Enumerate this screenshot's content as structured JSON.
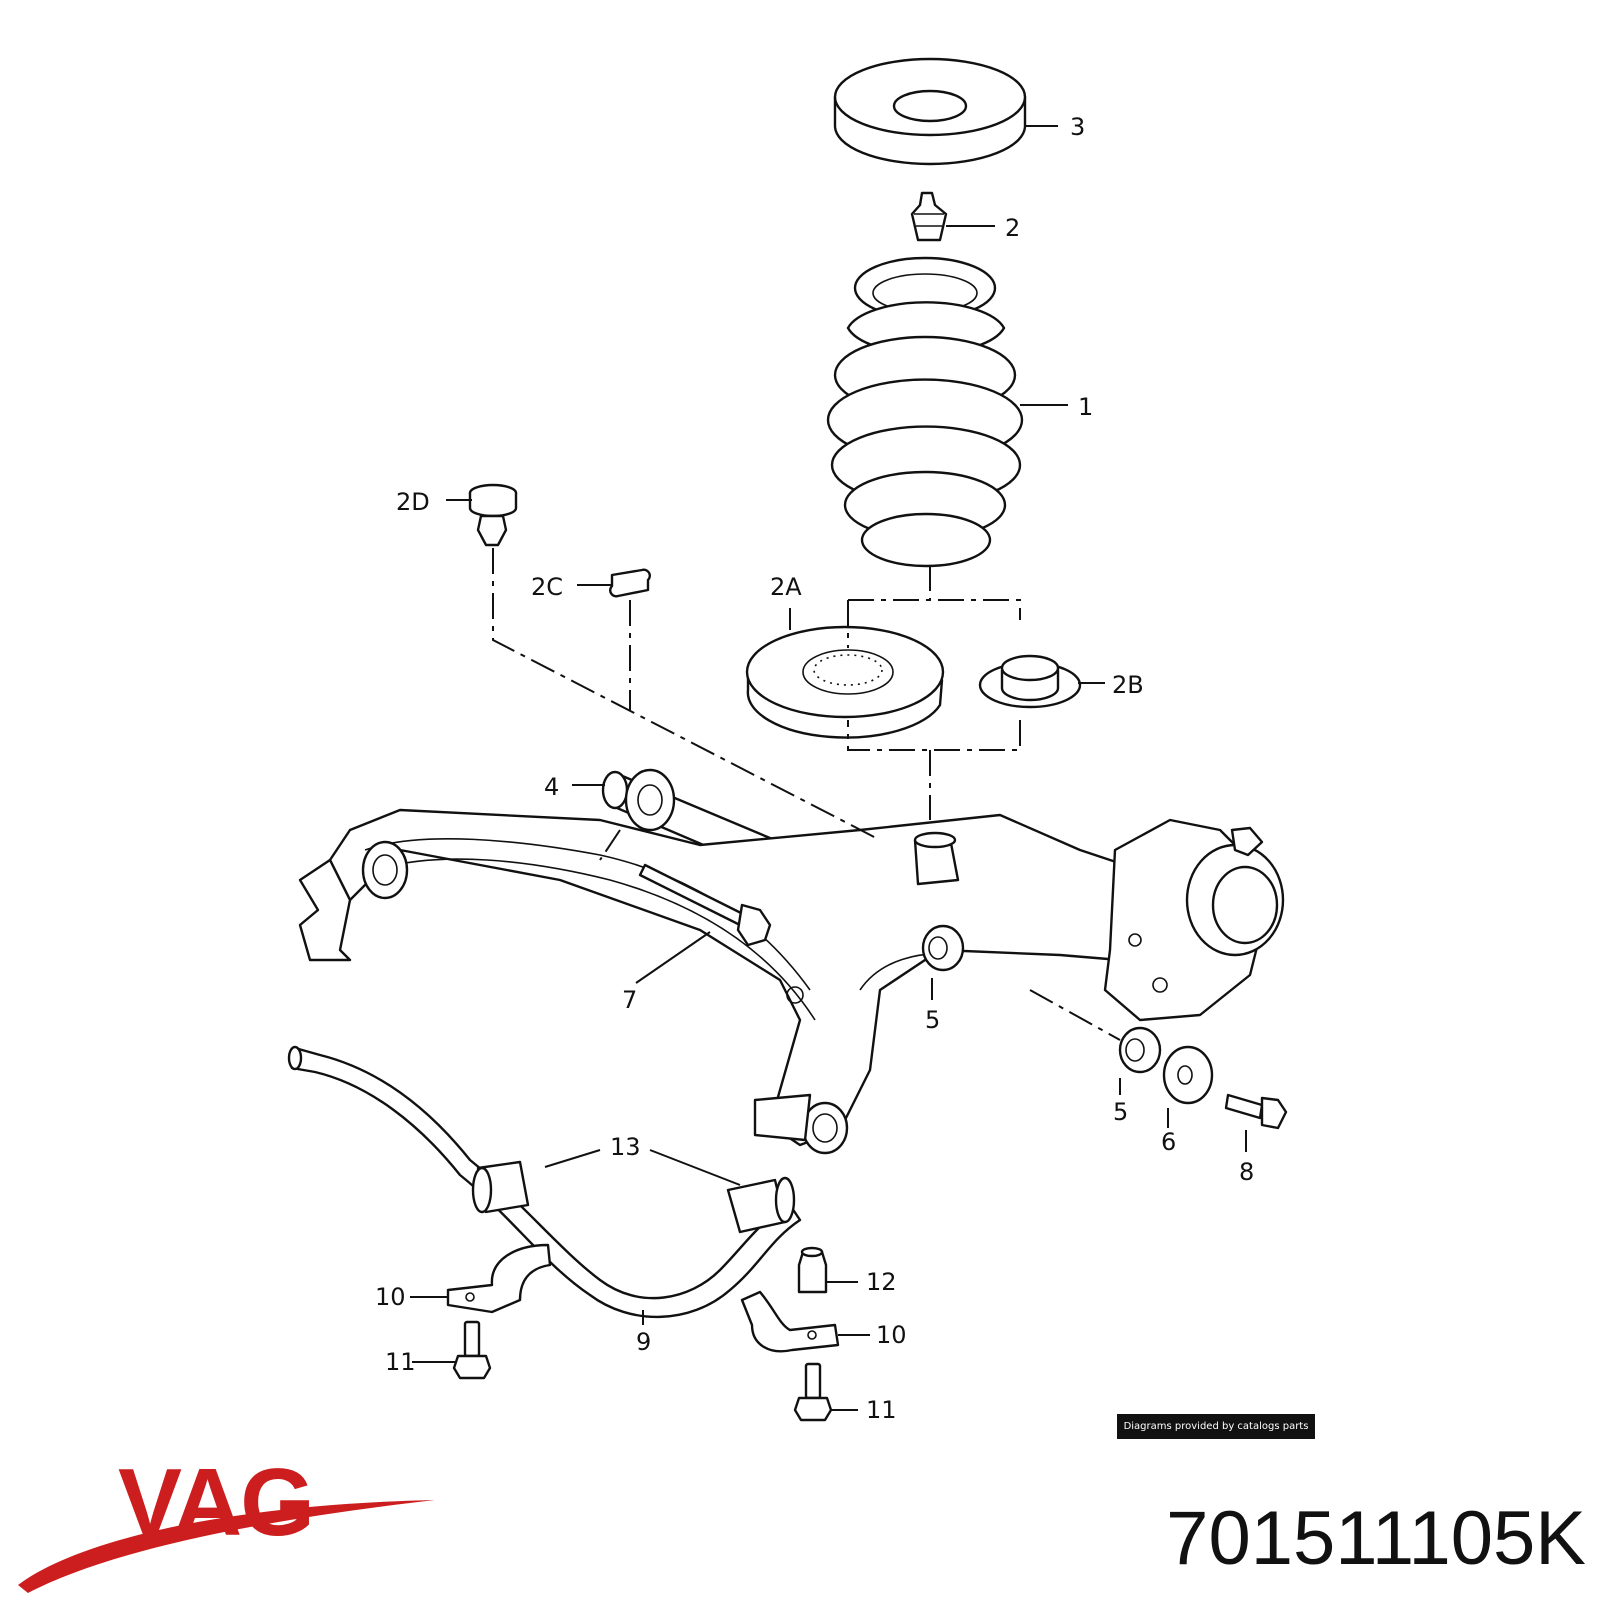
{
  "callouts": {
    "c1": "1",
    "c2": "2",
    "c2A": "2A",
    "c2B": "2B",
    "c2C": "2C",
    "c2D": "2D",
    "c3": "3",
    "c4": "4",
    "c5a": "5",
    "c5b": "5",
    "c6": "6",
    "c7": "7",
    "c8": "8",
    "c9": "9",
    "c10a": "10",
    "c10b": "10",
    "c11a": "11",
    "c11b": "11",
    "c12": "12",
    "c13": "13"
  },
  "credit": "Diagrams provided by catalogs parts",
  "brand": {
    "name": "VAG",
    "color": "#cc1e1e"
  },
  "part_number": "701511105K"
}
